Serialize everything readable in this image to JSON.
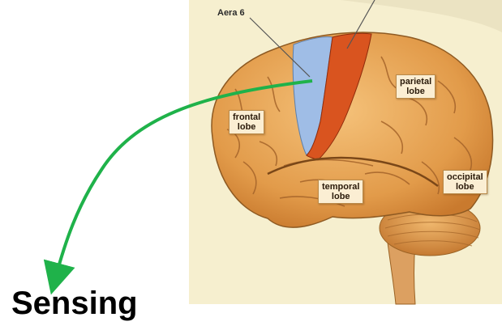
{
  "diagram": {
    "area_label": "Aera 6",
    "lobes": [
      {
        "id": "frontal",
        "line1": "frontal",
        "line2": "lobe"
      },
      {
        "id": "parietal",
        "line1": "parietal",
        "line2": "lobe"
      },
      {
        "id": "temporal",
        "line1": "temporal",
        "line2": "lobe"
      },
      {
        "id": "occipital",
        "line1": "occipital",
        "line2": "lobe"
      }
    ],
    "caption": "Sensing",
    "colors": {
      "background_panel": "#f6efcf",
      "brain": "#e9a85a",
      "area_6": "#9fbde6",
      "motor_strip": "#d9541f",
      "arrow": "#1fb24a"
    }
  }
}
